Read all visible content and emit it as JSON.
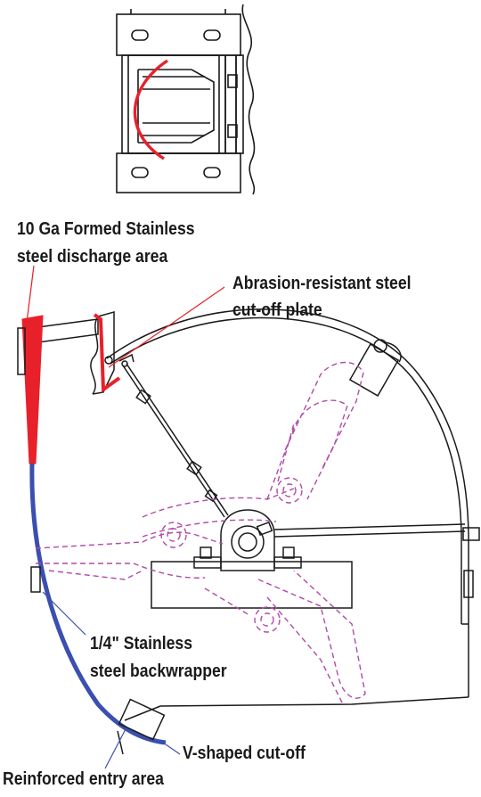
{
  "labels": {
    "discharge_line1": "10 Ga Formed Stainless",
    "discharge_line2": "steel discharge area",
    "cutoff_plate_line1": "Abrasion-resistant steel",
    "cutoff_plate_line2": "cut-off plate",
    "backwrapper_line1": "1/4\" Stainless",
    "backwrapper_line2": "steel backwrapper",
    "v_cutoff": "V-shaped cut-off",
    "entry_area": "Reinforced entry area"
  },
  "colors": {
    "outline": "#1a1a1a",
    "discharge_red": "#e8202a",
    "backwrapper_blue": "#3b4fb0",
    "hammer_dashed": "#b04aa8"
  }
}
